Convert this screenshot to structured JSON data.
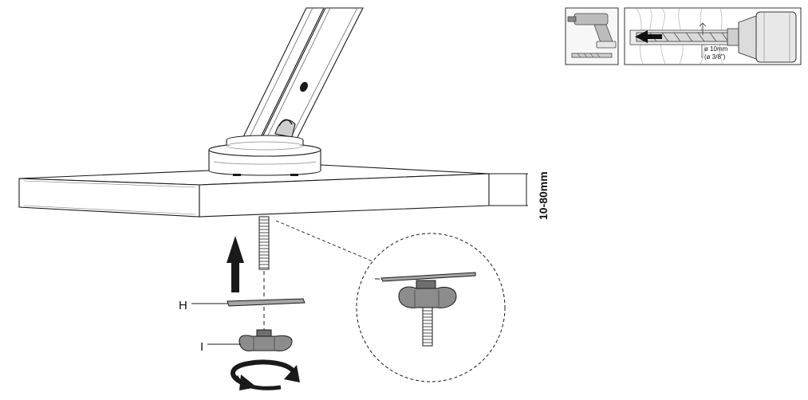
{
  "labels": {
    "thickness": "10-80mm",
    "part_h": "H",
    "part_i": "I",
    "drill_size_metric": "ø 10mm",
    "drill_size_imperial": "(ø 3/8\")"
  },
  "icons": [
    "power-drill-icon",
    "drill-bit-icon",
    "rotate-clockwise-icon",
    "arrow-up-icon",
    "arrow-left-icon"
  ],
  "colors": {
    "line": "#1a1a1a",
    "knob_fill": "#8c8c8c",
    "arrow": "#1a1a1a",
    "inset_bg": "#f2f2f2"
  }
}
